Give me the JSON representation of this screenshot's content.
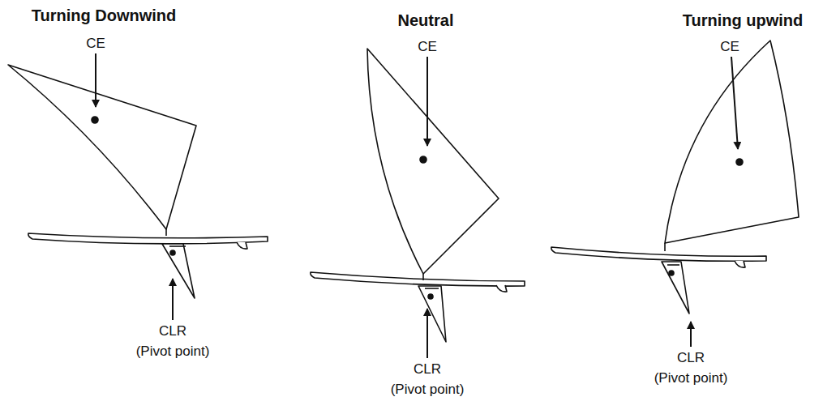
{
  "diagram": {
    "labels": [
      "Turning Downwind",
      "Neutral",
      "Turning upwind",
      "CE",
      "CE",
      "CE",
      "CLR",
      "CLR",
      "CLR",
      "(Pivot point)",
      "(Pivot point)",
      "(Pivot point)"
    ]
  }
}
